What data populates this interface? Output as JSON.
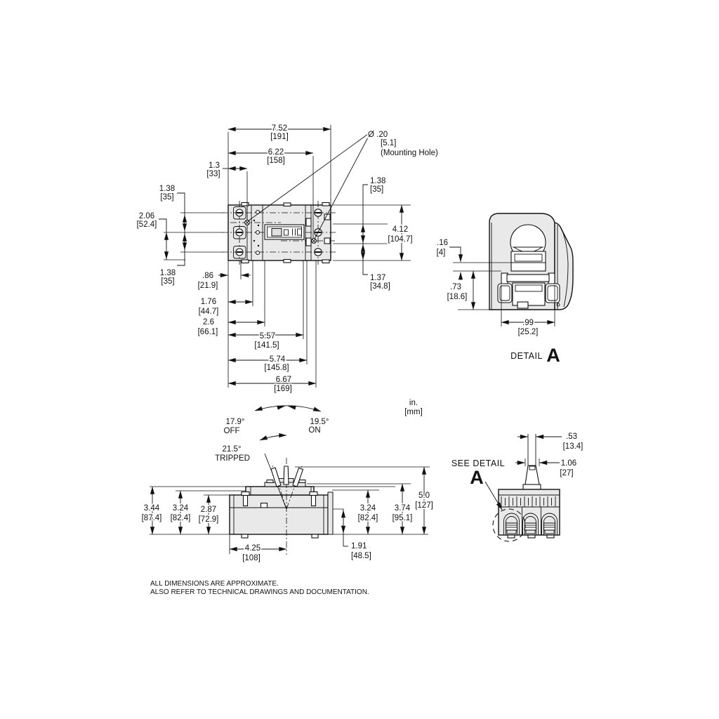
{
  "front_view": {
    "callout": {
      "diameter": "Ø .20",
      "mm": "[5.1]",
      "note": "(Mounting Hole)"
    },
    "dims": {
      "overall_width": {
        "in": "7.52",
        "mm": "[191]"
      },
      "hole_span": {
        "in": "6.22",
        "mm": "[158]"
      },
      "edge_to_hole": {
        "in": "1.3",
        "mm": "[33]"
      },
      "left_pitch_top": {
        "in": "1.38",
        "mm": "[35]"
      },
      "left_height_mid": {
        "in": "2.06",
        "mm": "[52.4]"
      },
      "left_pitch_bottom": {
        "in": "1.38",
        "mm": "[35]"
      },
      "right_top": {
        "in": "1.38",
        "mm": "[35]"
      },
      "overall_height": {
        "in": "4.12",
        "mm": "[104.7]"
      },
      "right_bottom": {
        "in": "1.37",
        "mm": "[34.8]"
      },
      "edge_to_terminal": {
        "in": ".86",
        "mm": "[21.9]"
      },
      "edge_to_strip": {
        "in": "1.76",
        "mm": "[44.7]"
      },
      "edge_to_module": {
        "in": "2.6",
        "mm": "[66.1]"
      },
      "span_upper_hole": {
        "in": "5.57",
        "mm": "[141.5]"
      },
      "span_lower_hole": {
        "in": "5.74",
        "mm": "[145.8]"
      },
      "span_terminal": {
        "in": "6.67",
        "mm": "[169]"
      }
    }
  },
  "detail_a": {
    "label": "DETAIL",
    "letter": "A",
    "dims": {
      "lip": {
        "in": ".16",
        "mm": "[4]"
      },
      "depth": {
        "in": ".73",
        "mm": "[18.6]"
      },
      "width": {
        "in": ".99",
        "mm": "[25.2]"
      }
    }
  },
  "side_view": {
    "units": {
      "in": "in.",
      "mm": "[mm]"
    },
    "angles": {
      "off": {
        "value": "17.9°",
        "label": "OFF"
      },
      "on": {
        "value": "19.5°",
        "label": "ON"
      },
      "tripped": {
        "value": "21.5°",
        "label": "TRIPPED"
      }
    },
    "dims": {
      "height_surface": {
        "in": "3.44",
        "mm": "[87.4]"
      },
      "height_mid_left": {
        "in": "3.24",
        "mm": "[82.4]"
      },
      "height_inner": {
        "in": "2.87",
        "mm": "[72.9]"
      },
      "height_mid_right": {
        "in": "3.24",
        "mm": "[82.4]"
      },
      "height_handle": {
        "in": "3.74",
        "mm": "[95.1]"
      },
      "height_overall": {
        "in": "5.0",
        "mm": "[127]"
      },
      "center_offset": {
        "in": "4.25",
        "mm": "[108]"
      },
      "pivot_height": {
        "in": "1.91",
        "mm": "[48.5]"
      }
    }
  },
  "end_view": {
    "caption": {
      "see_detail": "SEE DETAIL",
      "letter": "A"
    },
    "dims": {
      "handle_tip": {
        "in": ".53",
        "mm": "[13.4]"
      },
      "handle_base": {
        "in": "1.06",
        "mm": "[27]"
      }
    }
  },
  "notes": {
    "line1": "ALL DIMENSIONS ARE APPROXIMATE.",
    "line2": "ALSO REFER TO TECHNICAL DRAWINGS AND DOCUMENTATION."
  }
}
